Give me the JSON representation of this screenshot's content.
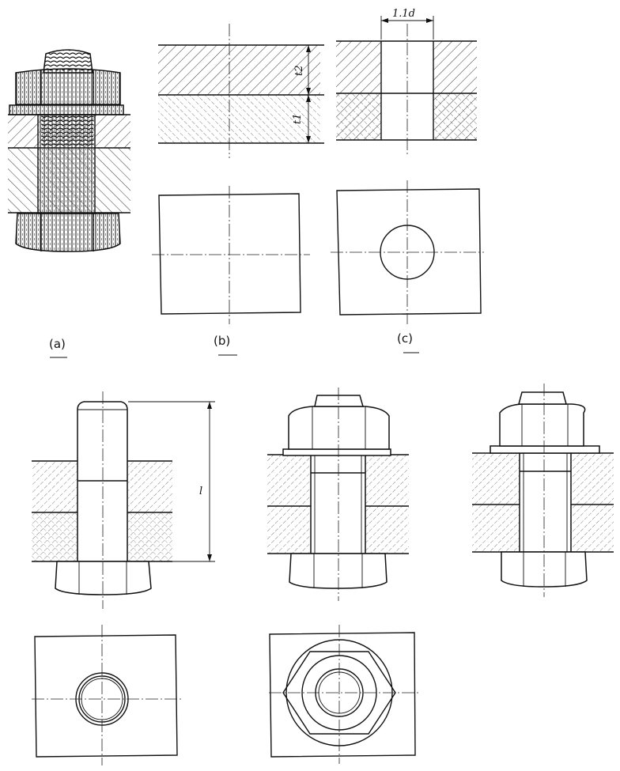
{
  "figure": {
    "labels": [
      "(a)",
      "(b)",
      "(c)"
    ],
    "dimensions": {
      "hole_diameter": "1.1d",
      "thickness_top": "t2",
      "thickness_bottom": "t1",
      "bolt_length": "l"
    }
  }
}
